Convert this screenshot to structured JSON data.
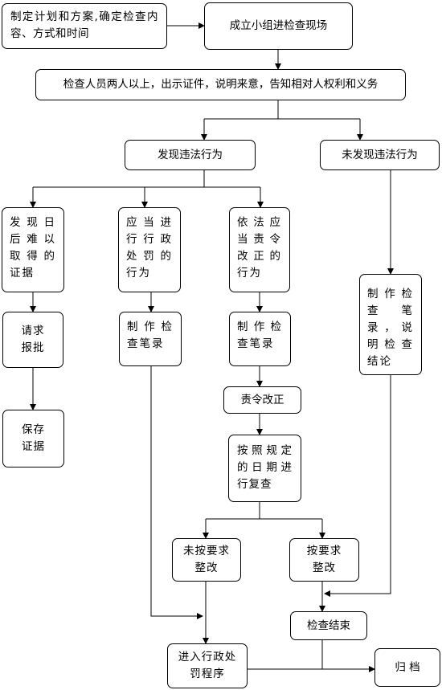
{
  "nodes": {
    "plan": "制定计划和方案,确定检查内容、方式和时间",
    "form_team": "成立小组进检查现场",
    "inspectors": "检查人员两人以上，出示证件，说明来意，告知相对人权利和义务",
    "found_violation": "发现违法行为",
    "no_violation": "未发现违法行为",
    "hard_evidence": "发现日后难以取得的证据",
    "should_penalize": "应当进行行政处罚的行为",
    "should_correct": "依法应当责令改正的行为",
    "request_approval": "请求报批",
    "record_a": "制作检查笔录",
    "record_b": "制作检查笔录",
    "record_conclusion": "制作检查笔录，说明检查结论",
    "preserve_evidence": "保存证据",
    "order_correct": "责令改正",
    "recheck": "按照规定的日期进行复查",
    "not_corrected": "未按要求整改",
    "corrected": "按要求整改",
    "inspection_end": "检查结束",
    "enter_penalty": "进入行政处罚程序",
    "archive": "归 档"
  }
}
